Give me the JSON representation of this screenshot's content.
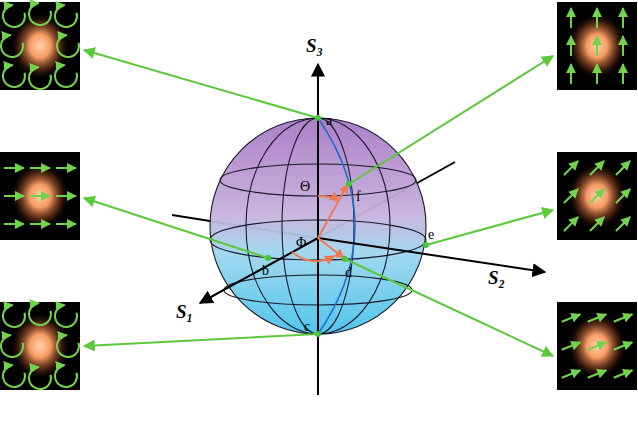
{
  "diagram": {
    "labels": [
      "S₃",
      "a",
      "f",
      "Θ",
      "Φ",
      "b",
      "e",
      "d",
      "S₂",
      "S₁",
      "c"
    ]
  }
}
